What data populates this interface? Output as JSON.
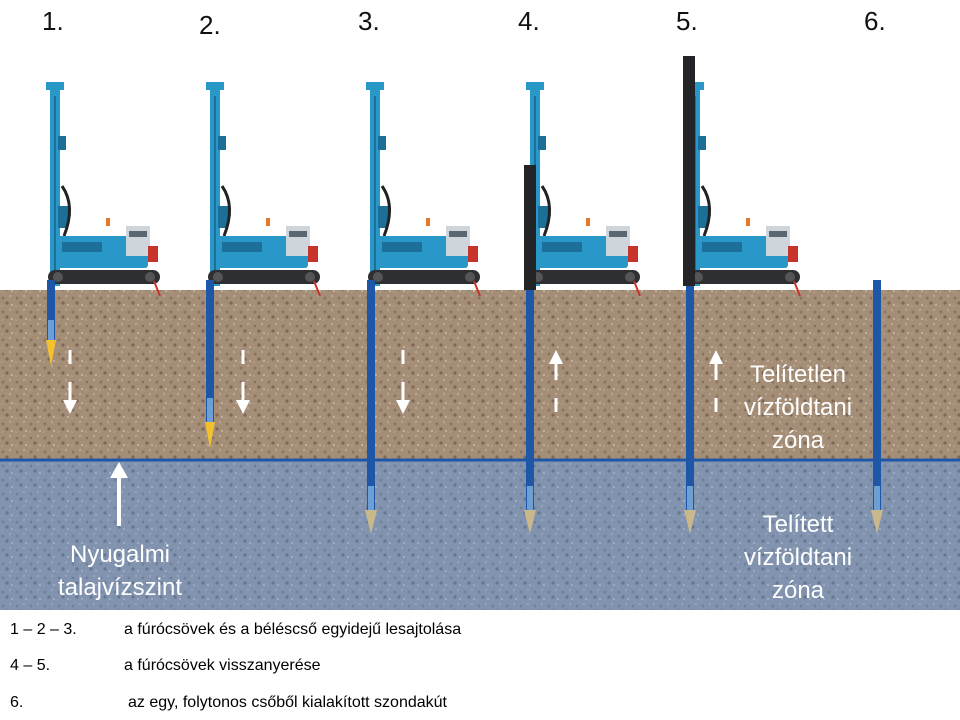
{
  "steps": [
    "1.",
    "2.",
    "3.",
    "4.",
    "5.",
    "6."
  ],
  "labels": {
    "unsaturated": [
      "Telítetlen",
      "vízföldtani",
      "zóna"
    ],
    "saturated": [
      "Telített",
      "vízföldtani",
      "zóna"
    ],
    "water_table": [
      "Nyugalmi",
      "talajvízszint"
    ]
  },
  "legend": [
    {
      "code": "1 – 2 – 3.",
      "text": "a fúrócsövek  és a béléscső egyidejű lesajtolása"
    },
    {
      "code": "4 – 5.",
      "text": "a fúrócsövek visszanyerése"
    },
    {
      "code": "6.",
      "text": "az egy, folytonos csőből kialakított szondakút"
    }
  ],
  "colors": {
    "soil": "#a48e78",
    "groundwater": "#8193ae",
    "rig": "#2a97c9",
    "casing": "#222428",
    "pipe": "#1f57a8",
    "auger_tip": "#f2c12e",
    "screen_tip": "#c9b98a"
  }
}
